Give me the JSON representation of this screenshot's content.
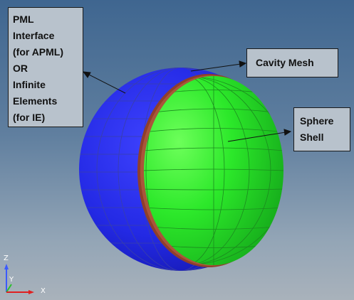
{
  "callouts": {
    "pml": "PML\nInterface\n(for APML)\nOR\nInfinite\nElements\n(for IE)",
    "cavity": "Cavity Mesh",
    "sphere": "Sphere\nShell"
  },
  "triad": {
    "z": "Z",
    "y": "Y",
    "x": "X"
  },
  "colors": {
    "blue_mesh": "#1f24d9",
    "green_mesh": "#21d11f",
    "brown_shell": "#9c4a33",
    "background_top": "#3f6690",
    "background_bottom": "#a9b2bb"
  }
}
